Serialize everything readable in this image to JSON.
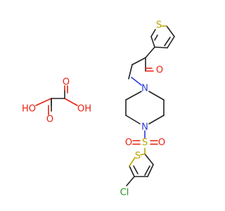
{
  "molecule": {
    "atoms": {
      "s_top": "S",
      "o_ketone": "O",
      "n_upper": "N",
      "n_lower": "N",
      "s_sulfonyl": "S",
      "o_sulfonyl_left": "O",
      "o_sulfonyl_right": "O",
      "s_bottom": "S",
      "cl": "Cl",
      "ho_left": "HO",
      "oh_right": "OH",
      "o_ox_top": "O",
      "o_ox_bottom": "O"
    },
    "colors": {
      "carbon_bond": "#222222",
      "oxygen": "#e8210f",
      "sulfur": "#b9a400",
      "nitrogen": "#2a3bd8",
      "chlorine": "#1e9a1e"
    }
  }
}
